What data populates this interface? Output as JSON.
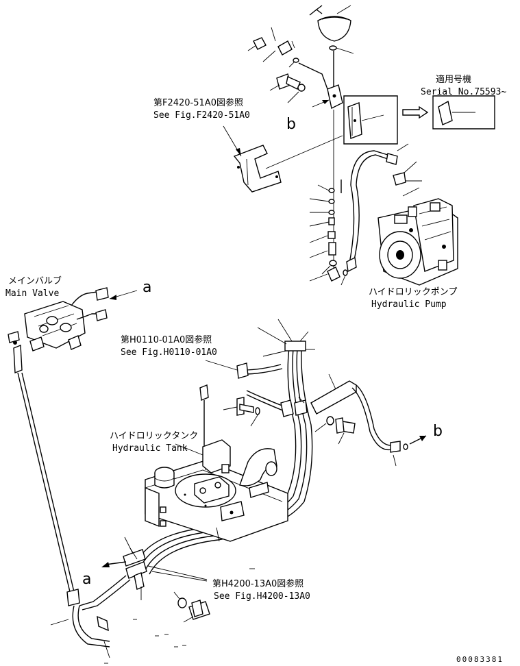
{
  "references": {
    "ref_f2420_jp": "第F2420-51A0図参照",
    "ref_f2420_en": "See Fig.F2420-51A0",
    "ref_h0110_jp": "第H0110-01A0図参照",
    "ref_h0110_en": "See Fig.H0110-01A0",
    "ref_h4200_jp": "第H4200-13A0図参照",
    "ref_h4200_en": "See Fig.H4200-13A0"
  },
  "serial": {
    "jp": "適用号機",
    "en": "Serial No.75593~"
  },
  "components": {
    "main_valve_jp": "メインバルブ",
    "main_valve_en": "Main Valve",
    "hydraulic_pump_jp": "ハイドロリックポンプ",
    "hydraulic_pump_en": "Hydraulic Pump",
    "hydraulic_tank_jp": "ハイドロリックタンク",
    "hydraulic_tank_en": "Hydraulic Tank"
  },
  "connection_markers": {
    "a": "a",
    "b": "b"
  },
  "drawing_number": "00083381"
}
